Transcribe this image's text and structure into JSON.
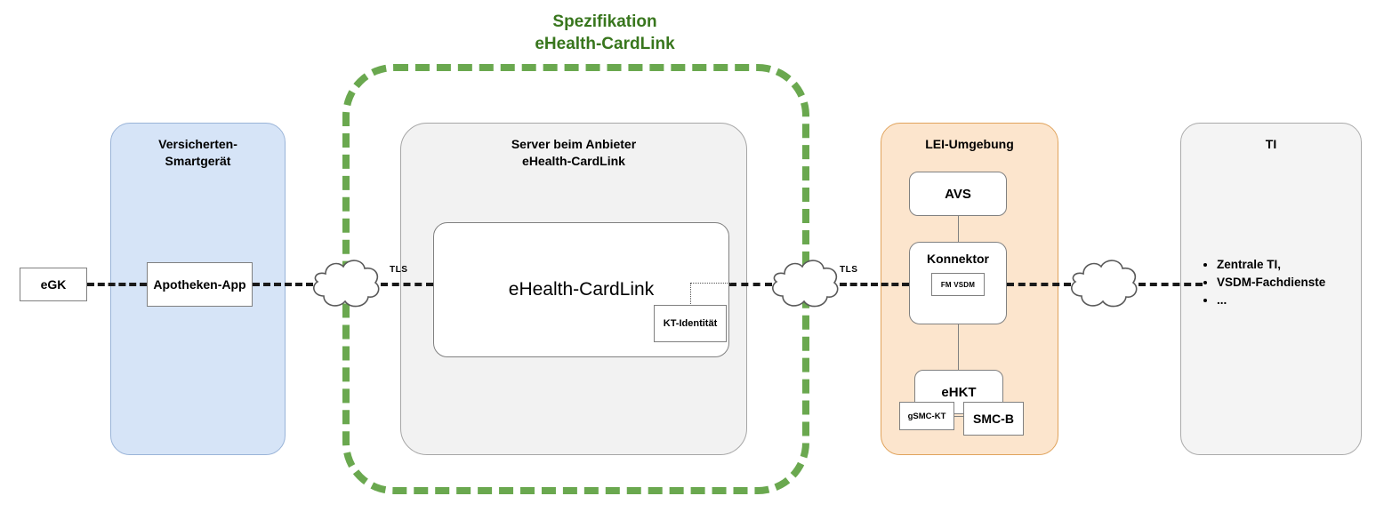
{
  "diagram": {
    "title": "Spezifikation eHealth-CardLink",
    "spec_boundary": {
      "label_line1": "Spezifikation",
      "label_line2": "eHealth-CardLink",
      "color": "#38761d",
      "border_color": "#6aa84f",
      "style": "dashed"
    },
    "zones": {
      "smartgeraet": {
        "title_line1": "Versicherten-",
        "title_line2": "Smartgerät",
        "fill": "#d6e4f7"
      },
      "server": {
        "title_line1": "Server beim Anbieter",
        "title_line2": "eHealth-CardLink",
        "fill": "#f2f2f2"
      },
      "lei": {
        "title": "LEI-Umgebung",
        "fill": "#fce5cd"
      },
      "ti": {
        "title": "TI",
        "fill": "#f4f4f4",
        "bullets": [
          "Zentrale TI,",
          "VSDM-Fachdienste",
          "..."
        ]
      }
    },
    "nodes": {
      "egk": "eGK",
      "apotheken_app": "Apotheken-App",
      "ehealth_cardlink": "eHealth-CardLink",
      "kt_identitaet": "KT-Identität",
      "avs": "AVS",
      "konnektor": "Konnektor",
      "fm_vsdm": "FM VSDM",
      "ehkt": "eHKT",
      "gsmc_kt": "gSMC-KT",
      "smc_b": "SMC-B"
    },
    "connections": {
      "tls_left": "TLS",
      "tls_right": "TLS",
      "cloud_icon": "cloud-icon",
      "backbone_style": "dashed"
    }
  }
}
